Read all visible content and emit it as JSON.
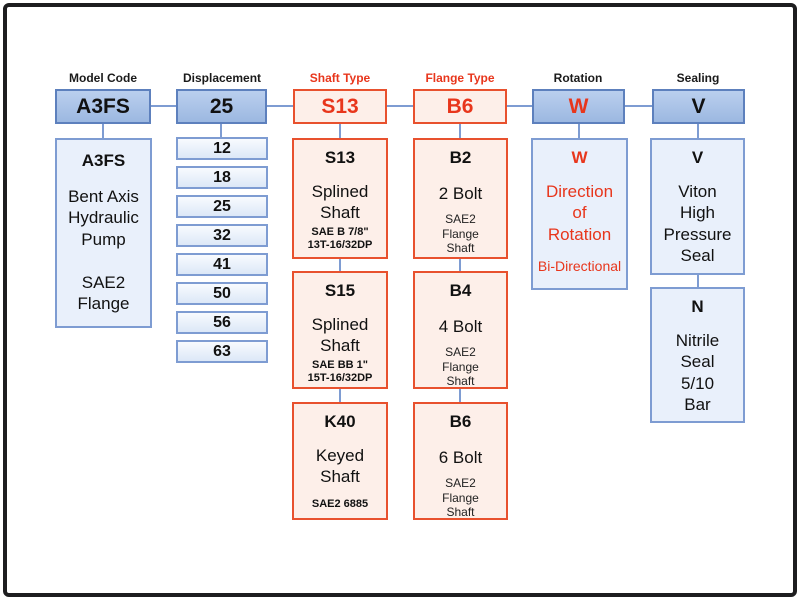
{
  "colors": {
    "blue_box_fill": "#a9c3e7",
    "blue_box_border": "#5d80bd",
    "light_box_fill": "#e9f0fb",
    "light_box_border": "#7e9cd2",
    "red_border": "#e8512e",
    "red_box_fill": "#fdefe9",
    "red_text": "#e8361c",
    "connector": "#7e9cd2",
    "frame": "#1d1d1f"
  },
  "model_code": {
    "header": "Model Code",
    "code": "A3FS",
    "detail": {
      "title": "A3FS",
      "body": "Bent Axis\nHydraulic\nPump\n\nSAE2\nFlange"
    }
  },
  "displacement": {
    "header": "Displacement",
    "selected": "25",
    "options": [
      "12",
      "18",
      "25",
      "32",
      "41",
      "50",
      "56",
      "63"
    ]
  },
  "shaft_type": {
    "header": "Shaft Type",
    "selected": "S13",
    "options": [
      {
        "code": "S13",
        "name": "Splined\nShaft",
        "spec": "SAE B 7/8\"\n13T-16/32DP"
      },
      {
        "code": "S15",
        "name": "Splined\nShaft",
        "spec": "SAE BB 1\"\n15T-16/32DP"
      },
      {
        "code": "K40",
        "name": "Keyed\nShaft",
        "spec": "SAE2 6885"
      }
    ]
  },
  "flange_type": {
    "header": "Flange Type",
    "selected": "B6",
    "options": [
      {
        "code": "B2",
        "name": "2 Bolt",
        "spec": "SAE2\nFlange\nShaft"
      },
      {
        "code": "B4",
        "name": "4 Bolt",
        "spec": "SAE2\nFlange\nShaft"
      },
      {
        "code": "B6",
        "name": "6 Bolt",
        "spec": "SAE2\nFlange\nShaft"
      }
    ]
  },
  "rotation": {
    "header": "Rotation",
    "selected": "W",
    "detail": {
      "code": "W",
      "body": "Direction\nof\nRotation",
      "note": "Bi-Directional"
    }
  },
  "sealing": {
    "header": "Sealing",
    "selected": "V",
    "options": [
      {
        "code": "V",
        "body": "Viton\nHigh\nPressure\nSeal"
      },
      {
        "code": "N",
        "body": "Nitrile\nSeal\n5/10\nBar"
      }
    ]
  }
}
